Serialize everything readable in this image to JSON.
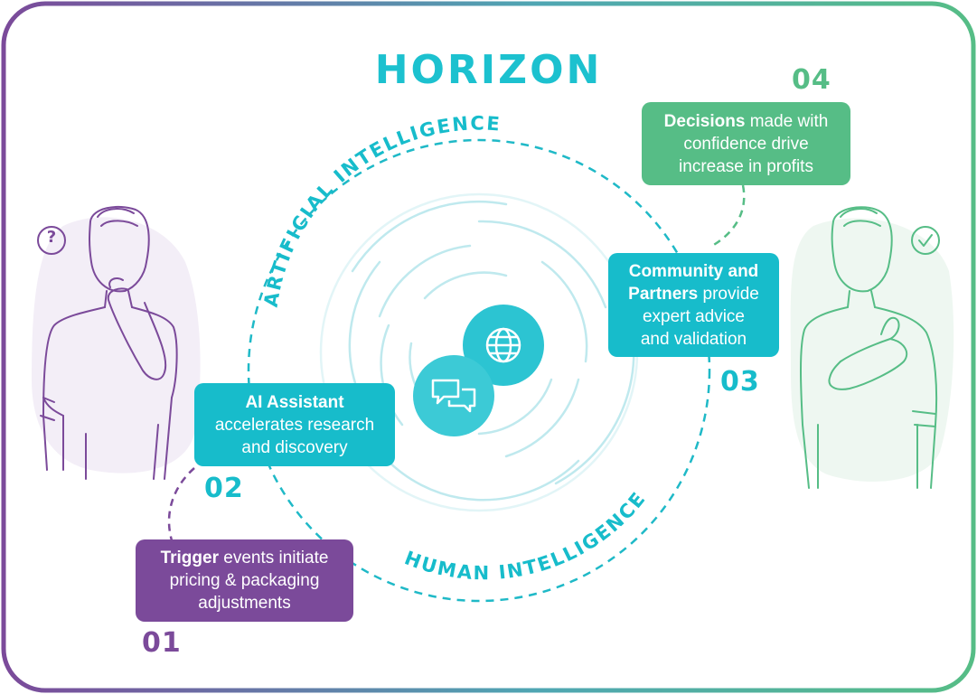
{
  "title": "HORIZON",
  "ring_labels": {
    "top": "ARTIFICIAL INTELLIGENCE",
    "bottom": "HUMAN INTELLIGENCE"
  },
  "steps": [
    {
      "number": "01",
      "bold": "Trigger",
      "rest_line1": " events initiate",
      "line2": "pricing & packaging",
      "line3": "adjustments"
    },
    {
      "number": "02",
      "bold": "AI Assistant",
      "line2": "accelerates research",
      "line3": "and discovery"
    },
    {
      "number": "03",
      "bold1": "Community and",
      "bold2": "Partners",
      "rest_line2": " provide",
      "line3": "expert advice",
      "line4": "and validation"
    },
    {
      "number": "04",
      "bold": "Decisions",
      "rest_line1": " made with",
      "line2": "confidence drive",
      "line3": "increase in profits"
    }
  ],
  "people": {
    "left_badge": "?",
    "right_badge": "check-icon"
  },
  "colors": {
    "purple": "#7b4a9a",
    "teal": "#17bccb",
    "green": "#56bd86",
    "title": "#1cc1cf"
  },
  "icons": [
    "globe-icon",
    "chat-bubbles-icon"
  ]
}
